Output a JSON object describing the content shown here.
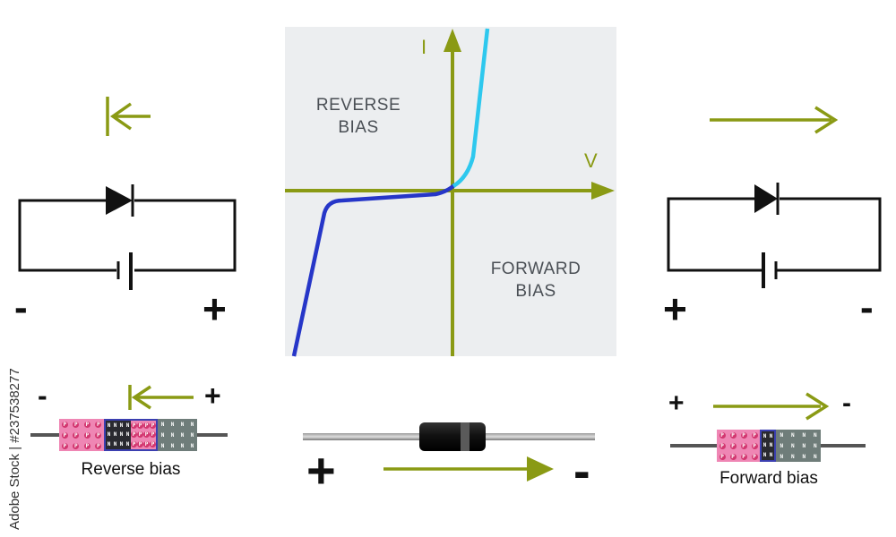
{
  "colors": {
    "olive_arrow": "#8a9a14",
    "circuit_black": "#111111",
    "graph_bg": "#eceef0",
    "reverse_curve": "#2636c8",
    "forward_curve": "#2ec8ee",
    "p_region": "#ef86b4",
    "n_region": "#2a2a30",
    "n_region_light": "#6f7d7a",
    "depletion_border": "#3b3fb0"
  },
  "graph": {
    "y_axis_label": "I",
    "x_axis_label": "V",
    "reverse_label": "REVERSE\nBIAS",
    "forward_label": "FORWARD\nBIAS"
  },
  "left_circuit": {
    "minus_sign": "-",
    "plus_sign": "+",
    "arrow_direction": "left"
  },
  "right_circuit": {
    "plus_sign": "+",
    "minus_sign": "-",
    "arrow_direction": "right"
  },
  "reverse_junction": {
    "caption": "Reverse bias",
    "minus_sign": "-",
    "plus_sign": "+",
    "p_letter": "P",
    "n_letter": "N"
  },
  "forward_junction": {
    "caption": "Forward bias",
    "plus_sign": "+",
    "minus_sign": "-",
    "p_letter": "P",
    "n_letter": "N"
  },
  "center_diode": {
    "plus_sign": "+",
    "minus_sign": "-"
  },
  "credit": "Adobe Stock | #237538277",
  "icons": [
    "diode-symbol-icon",
    "battery-symbol-icon",
    "current-direction-arrow-icon"
  ]
}
